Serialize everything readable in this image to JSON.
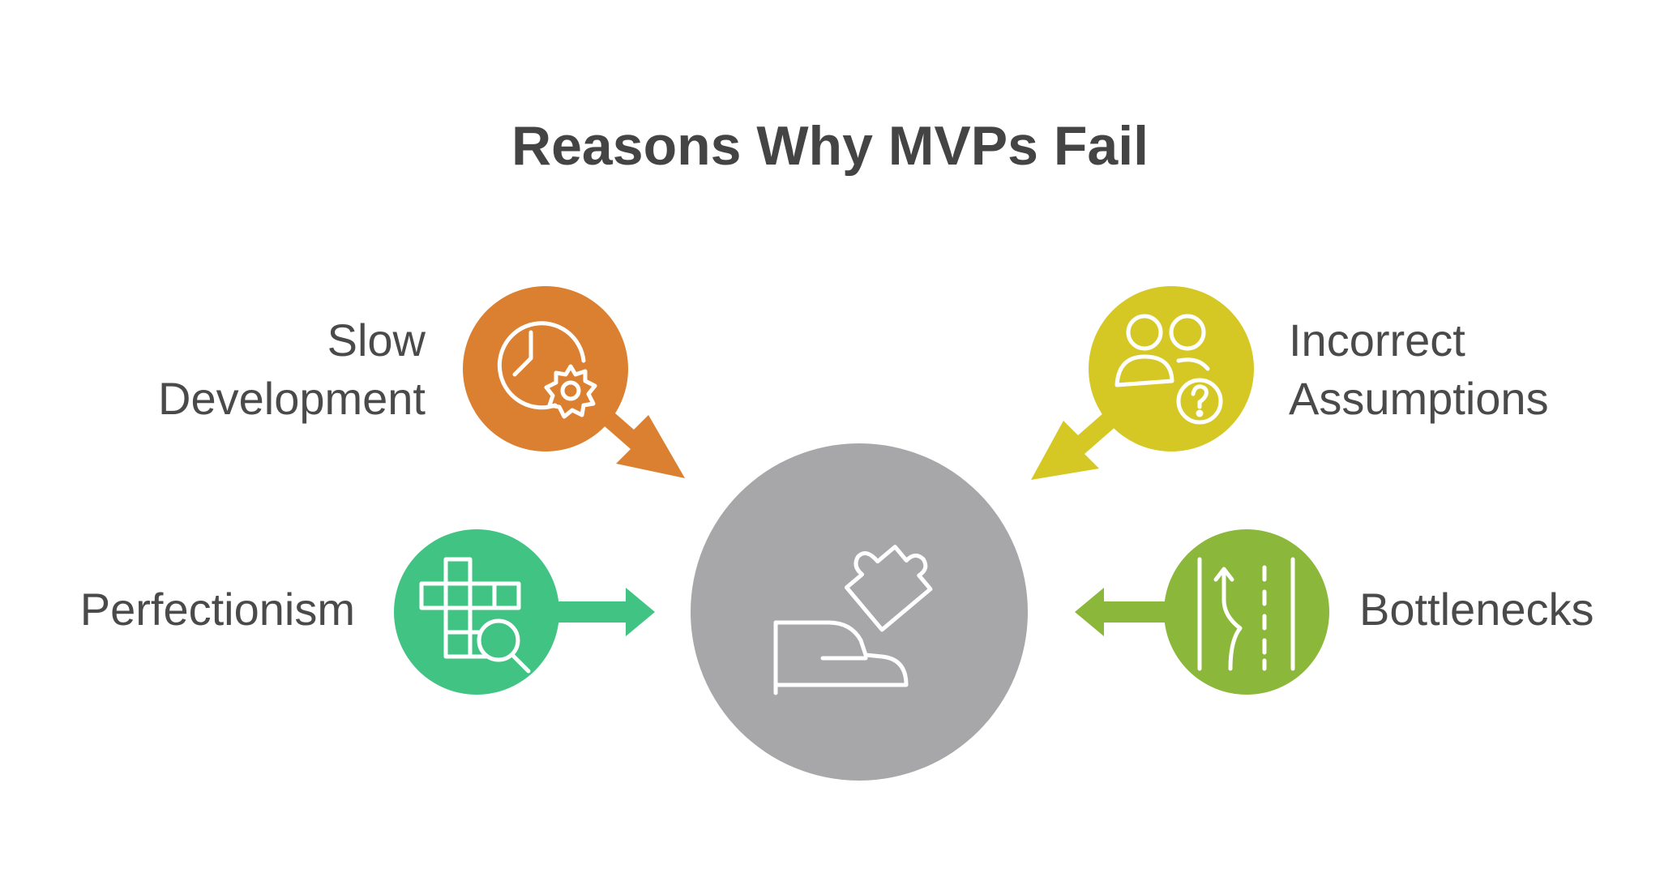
{
  "title": "Reasons Why MVPs Fail",
  "colors": {
    "slow": "#DB8030",
    "incorrect": "#D6C824",
    "perfectionism": "#41C483",
    "bottlenecks": "#8BB83A",
    "center": "#A7A6A8",
    "title": "#444444",
    "text": "#4A4A4A"
  },
  "factors": [
    {
      "id": "slow",
      "line1": "Slow",
      "line2": "Development",
      "icon": "clock-gear-icon"
    },
    {
      "id": "incorrect",
      "line1": "Incorrect",
      "line2": "Assumptions",
      "icon": "people-question-icon"
    },
    {
      "id": "perfectionism",
      "line1": "Perfectionism",
      "line2": "",
      "icon": "crossword-search-icon"
    },
    {
      "id": "bottlenecks",
      "line1": "Bottlenecks",
      "line2": "",
      "icon": "merging-road-icon"
    }
  ],
  "center": {
    "icon": "shoe-puzzle-icon"
  }
}
